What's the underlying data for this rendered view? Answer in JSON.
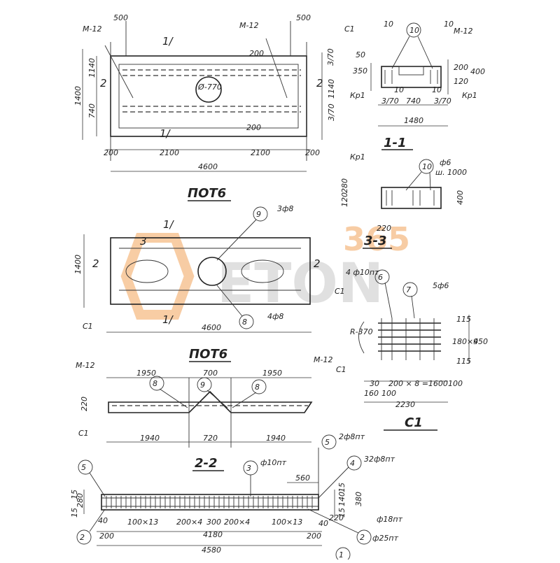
{
  "top_plan": {
    "dims_top": [
      "500",
      "500"
    ],
    "dims_bottom": [
      "200",
      "2100",
      "2100",
      "200"
    ],
    "total": "4600",
    "height_total": "1400",
    "height_parts": [
      "1140",
      "740"
    ],
    "right_dims": [
      "3/70",
      "1140",
      "3/70"
    ],
    "marks": [
      "M-12",
      "M-12"
    ],
    "section_marks": [
      "1/",
      "1/",
      "2",
      "2"
    ],
    "hole": "Ø-770",
    "inner_small": [
      "200",
      "200"
    ]
  },
  "title_a": "ПОТ6",
  "title_b": "ПОТ6",
  "plan2": {
    "total": "4600",
    "height": "1400",
    "labels": [
      "3",
      "2",
      "2",
      "C1",
      "C1",
      "1/",
      "1/"
    ],
    "callout_9": "9",
    "callout_9_text": "3ф8",
    "callout_8": "8",
    "callout_8_text": "4ф8"
  },
  "elev": {
    "marks": [
      "M-12",
      "M-12",
      "C1",
      "C1"
    ],
    "dims_top": [
      "1950",
      "700",
      "1950"
    ],
    "dims_bottom": [
      "1940",
      "720",
      "1940"
    ],
    "height": "220",
    "callouts": [
      "8",
      "9",
      "8"
    ]
  },
  "sec11": {
    "title": "1-1",
    "mark": "Кр1",
    "callout": "10",
    "text1": "ф6",
    "text2": "ш. 1000",
    "dims_left": [
      "120",
      "280"
    ],
    "dim_right": "400",
    "dim_bottom": "220"
  },
  "sec_top_right": {
    "marks": [
      "C1",
      "M-12",
      "Кр1",
      "Кр1"
    ],
    "callout": "10",
    "dims_top": [
      "10",
      "10"
    ],
    "dims_left": [
      "50",
      "350"
    ],
    "dims_right": [
      "200",
      "400",
      "120"
    ],
    "dims_bottom": [
      "3/70",
      "740",
      "3/70"
    ],
    "total": "1480",
    "inner": [
      "10",
      "10"
    ]
  },
  "sec33": {
    "title": "3-3",
    "callout_6": "6",
    "text_6": "4 ф10пт",
    "callout_7": "7",
    "text_7": "5ф6",
    "radius": "R-370",
    "dims_right": [
      "115",
      "180×4",
      "115"
    ],
    "dim_total_right": "950",
    "dims_bottom": [
      "30",
      "200 × 8 =1600",
      "100"
    ],
    "dims_bottom2": [
      "160",
      "100"
    ],
    "total": "2230",
    "label": "C1"
  },
  "sec22": {
    "title": "2-2",
    "callouts": [
      "5",
      "3",
      "4",
      "5",
      "2",
      "2",
      "1"
    ],
    "labels": [
      "2ф8пт",
      "ф10пт",
      "32ф8пт",
      "ф18пт",
      "ф25пт"
    ],
    "dims_top": [
      "560"
    ],
    "dims_bottom": [
      "100×13",
      "200×4",
      "300",
      "200×4",
      "100×13"
    ],
    "dims_outer": [
      "200",
      "4180",
      "200"
    ],
    "total": "4580",
    "dims_left": [
      "15",
      "280",
      "15"
    ],
    "dims_right": [
      "15",
      "140",
      "380",
      "15",
      "220"
    ],
    "small": [
      "40",
      "40"
    ]
  },
  "watermark": {
    "brand": "ETON",
    "number": "365"
  },
  "colors": {
    "ink": "#222222",
    "watermark_orange": "#f2a45a",
    "watermark_gray": "#c8c8c8"
  }
}
